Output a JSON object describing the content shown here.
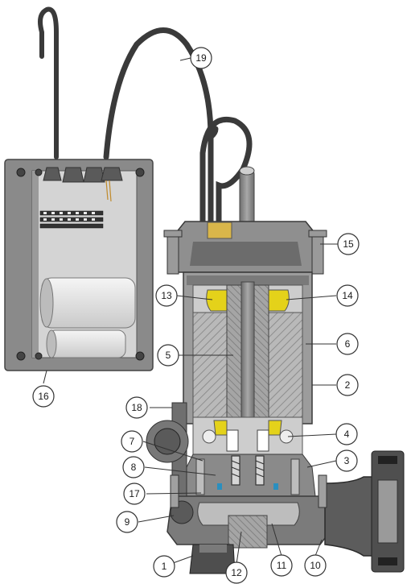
{
  "diagram": {
    "type": "cutaway-illustration",
    "colors": {
      "background": "#ffffff",
      "casing": "#8c8c8c",
      "casing_dark": "#5e5e5e",
      "hatch_light": "#bdbdbd",
      "cable": "#3a3a3a",
      "bearing_yellow": "#e4d21a",
      "control_box": "#8a8a8a",
      "control_box_inner": "#d4d4d4",
      "capacitor": "#e8e8e8",
      "callout_stroke": "#333333"
    },
    "callouts": [
      {
        "id": "c1",
        "label": "1"
      },
      {
        "id": "c2",
        "label": "2"
      },
      {
        "id": "c3",
        "label": "3"
      },
      {
        "id": "c4",
        "label": "4"
      },
      {
        "id": "c5",
        "label": "5"
      },
      {
        "id": "c6",
        "label": "6"
      },
      {
        "id": "c7",
        "label": "7"
      },
      {
        "id": "c8",
        "label": "8"
      },
      {
        "id": "c9",
        "label": "9"
      },
      {
        "id": "c10",
        "label": "10"
      },
      {
        "id": "c11",
        "label": "11"
      },
      {
        "id": "c12",
        "label": "12"
      },
      {
        "id": "c13",
        "label": "13"
      },
      {
        "id": "c14",
        "label": "14"
      },
      {
        "id": "c15",
        "label": "15"
      },
      {
        "id": "c16",
        "label": "16"
      },
      {
        "id": "c17",
        "label": "17"
      },
      {
        "id": "c18",
        "label": "18"
      },
      {
        "id": "c19",
        "label": "19"
      }
    ]
  }
}
